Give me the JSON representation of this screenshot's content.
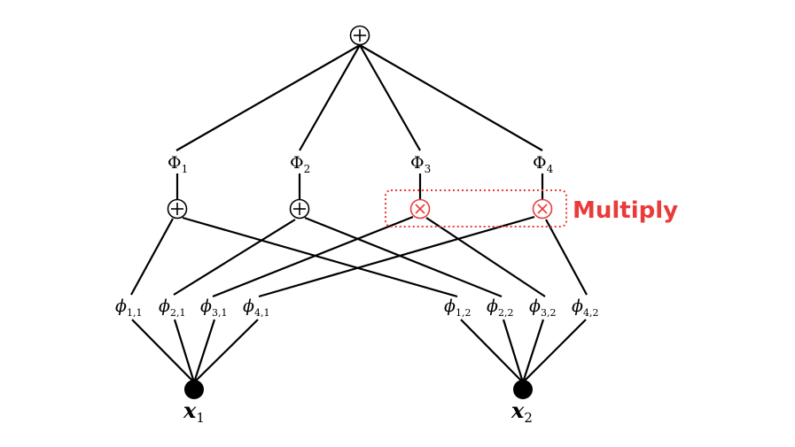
{
  "sum_node": {
    "symbol": "+"
  },
  "Phi_labels": [
    {
      "base": "Φ",
      "sub": "1"
    },
    {
      "base": "Φ",
      "sub": "2"
    },
    {
      "base": "Φ",
      "sub": "3"
    },
    {
      "base": "Φ",
      "sub": "4"
    }
  ],
  "ops": [
    {
      "type": "sum",
      "symbol": "+"
    },
    {
      "type": "sum",
      "symbol": "+"
    },
    {
      "type": "product",
      "symbol": "×"
    },
    {
      "type": "product",
      "symbol": "×"
    }
  ],
  "phi_labels": [
    {
      "base": "ϕ",
      "sub": "1,1"
    },
    {
      "base": "ϕ",
      "sub": "2,1"
    },
    {
      "base": "ϕ",
      "sub": "3,1"
    },
    {
      "base": "ϕ",
      "sub": "4,1"
    },
    {
      "base": "ϕ",
      "sub": "1,2"
    },
    {
      "base": "ϕ",
      "sub": "2,2"
    },
    {
      "base": "ϕ",
      "sub": "3,2"
    },
    {
      "base": "ϕ",
      "sub": "4,2"
    }
  ],
  "inputs": [
    {
      "base": "x",
      "sub": "1"
    },
    {
      "base": "x",
      "sub": "2"
    }
  ],
  "callout": {
    "text": "Multiply",
    "color": "#ea3b3b"
  }
}
